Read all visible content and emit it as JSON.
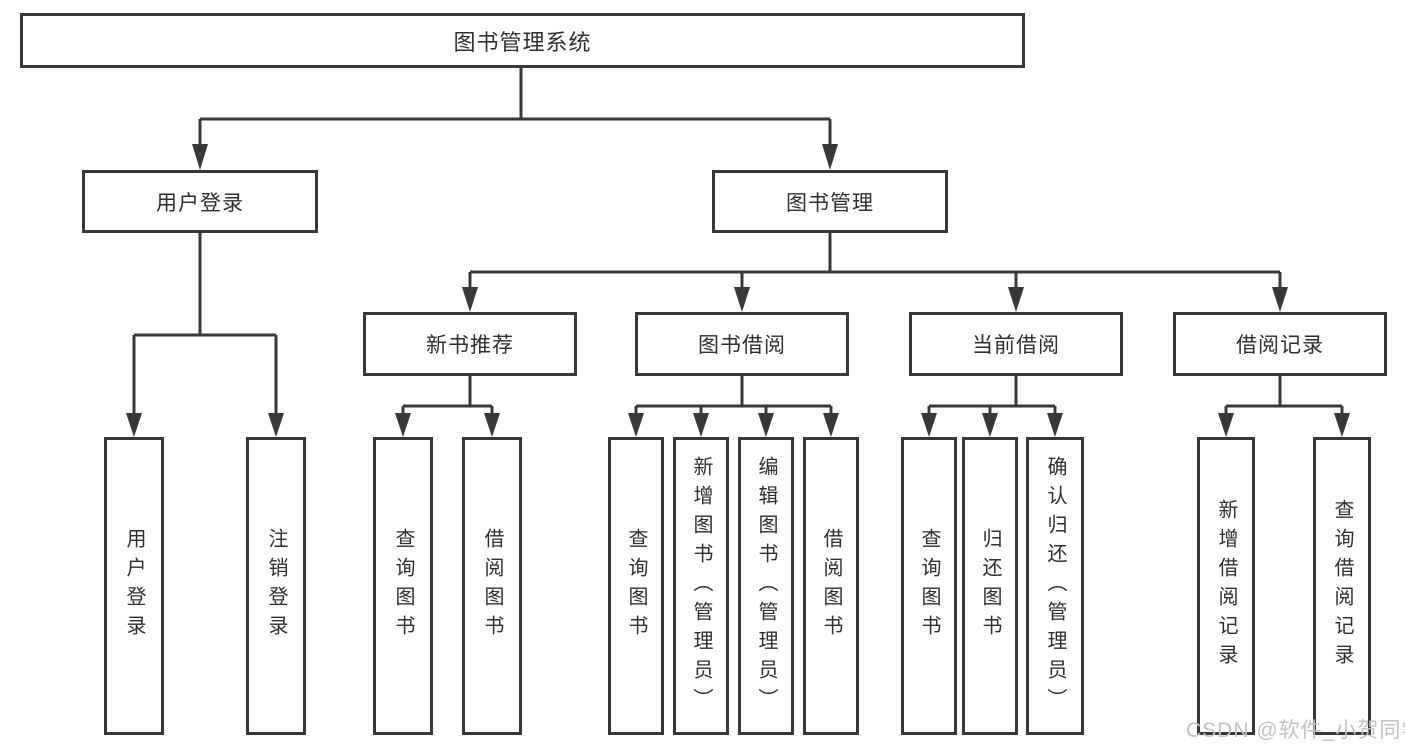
{
  "tree": {
    "root": "图书管理系统",
    "branches": [
      {
        "label": "用户登录",
        "children": [
          "用户登录",
          "注销登录"
        ]
      },
      {
        "label": "图书管理",
        "children": [
          {
            "label": "新书推荐",
            "children": [
              "查询图书",
              "借阅图书"
            ]
          },
          {
            "label": "图书借阅",
            "children": [
              "查询图书",
              "新增图书（管理员）",
              "编辑图书（管理员）",
              "借阅图书"
            ]
          },
          {
            "label": "当前借阅",
            "children": [
              "查询图书",
              "归还图书",
              "确认归还（管理员）"
            ]
          },
          {
            "label": "借阅记录",
            "children": [
              "新增借阅记录",
              "查询借阅记录"
            ]
          }
        ]
      }
    ]
  },
  "watermark": {
    "text": "CSDN @软件_小贺同学"
  },
  "colors": {
    "line": "#383838",
    "text": "#2f2f2f",
    "watermark": "#c2c2c2",
    "background": "#ffffff"
  }
}
